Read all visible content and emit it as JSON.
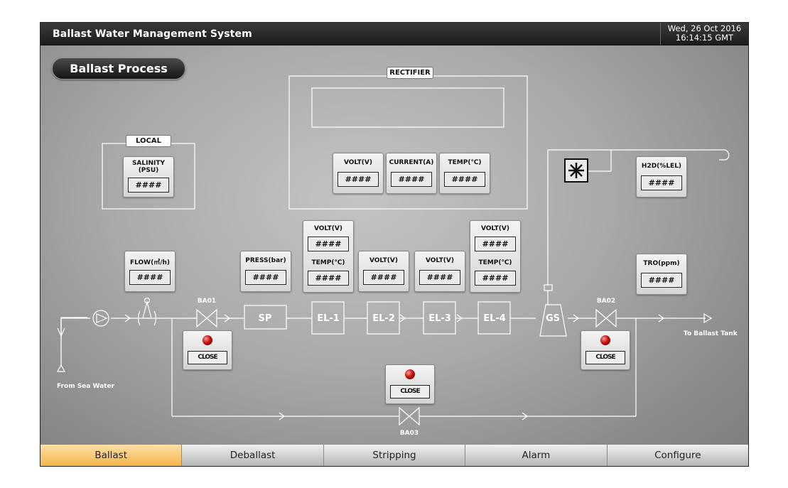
{
  "app": {
    "title": "Ballast Water Management System",
    "date": "Wed, 26 Oct 2016",
    "time": "16:14:15 GMT"
  },
  "screen": {
    "title": "Ballast Process"
  },
  "sections": {
    "rectifier": "RECTIFIER",
    "local": "LOCAL"
  },
  "readouts": {
    "salinity": {
      "label_line1": "SALINITY",
      "label_line2": "(PSU)",
      "value": "####"
    },
    "rect_volt": {
      "label": "VOLT(V)",
      "value": "####"
    },
    "rect_current": {
      "label": "CURRENT(A)",
      "value": "####"
    },
    "rect_temp": {
      "label": "TEMP(℃)",
      "value": "####"
    },
    "h2d": {
      "label": "H2D(%LEL)",
      "value": "####"
    },
    "flow": {
      "label": "FLOW(㎥/h)",
      "value": "####"
    },
    "press": {
      "label": "PRESS(bar)",
      "value": "####"
    },
    "el1_volt": {
      "label": "VOLT(V)",
      "value": "####"
    },
    "el1_temp": {
      "label": "TEMP(℃)",
      "value": "####"
    },
    "el2_volt": {
      "label": "VOLT(V)",
      "value": "####"
    },
    "el3_volt": {
      "label": "VOLT(V)",
      "value": "####"
    },
    "el4_volt": {
      "label": "VOLT(V)",
      "value": "####"
    },
    "el4_temp": {
      "label": "TEMP(℃)",
      "value": "####"
    },
    "tro": {
      "label": "TRO(ppm)",
      "value": "####"
    }
  },
  "process": {
    "sp": "SP",
    "el1": "EL-1",
    "el2": "EL-2",
    "el3": "EL-3",
    "el4": "EL-4",
    "gs": "GS",
    "ba01": "BA01",
    "ba02": "BA02",
    "ba03": "BA03",
    "from_label": "From Sea Water",
    "to_label": "To Ballast Tank"
  },
  "valves": {
    "ba01": {
      "state": "CLOSE"
    },
    "ba02": {
      "state": "CLOSE"
    },
    "ba03": {
      "state": "CLOSE"
    }
  },
  "colors": {
    "led_closed": "#c41212",
    "active_tab": "#f3b54a"
  },
  "icons": {
    "pump": "pump-icon",
    "fan": "fan-icon",
    "valve": "valve-icon",
    "flowmeter": "flowmeter-icon"
  },
  "tabs": [
    {
      "label": "Ballast",
      "active": true
    },
    {
      "label": "Deballast",
      "active": false
    },
    {
      "label": "Stripping",
      "active": false
    },
    {
      "label": "Alarm",
      "active": false
    },
    {
      "label": "Configure",
      "active": false
    }
  ]
}
